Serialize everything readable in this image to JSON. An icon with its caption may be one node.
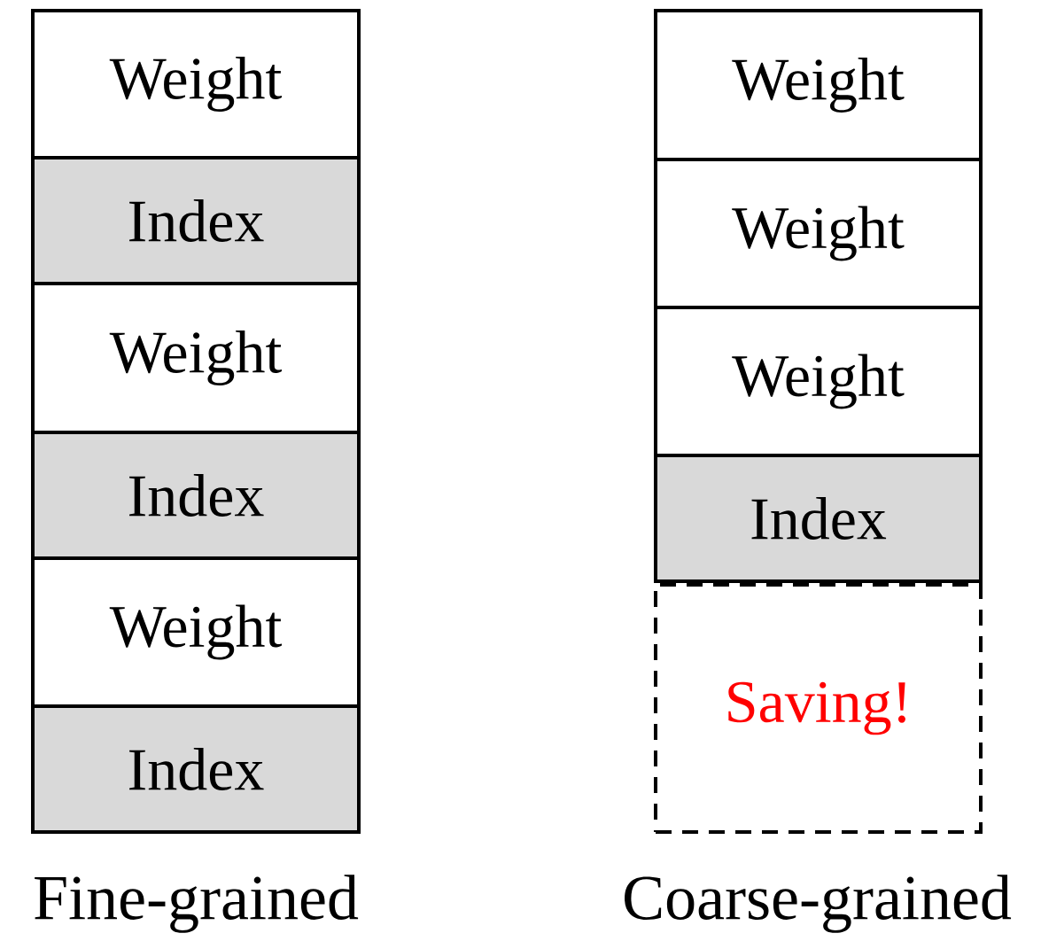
{
  "diagram": {
    "nodes": [
      {
        "text": [
          "Weight"
        ]
      },
      {
        "text": [
          "Index"
        ]
      },
      {
        "text": [
          "Weight"
        ]
      },
      {
        "text": [
          "Index"
        ]
      },
      {
        "text": [
          "Weight"
        ]
      },
      {
        "text": [
          "Index"
        ]
      },
      {
        "text": [
          "Weight"
        ]
      },
      {
        "text": [
          "Weight"
        ]
      },
      {
        "text": [
          "Weight"
        ]
      },
      {
        "text": [
          "Index"
        ]
      },
      {
        "text": [
          "Saving!"
        ]
      }
    ],
    "labels": [
      "Fine-grained",
      "Coarse-grained"
    ]
  }
}
